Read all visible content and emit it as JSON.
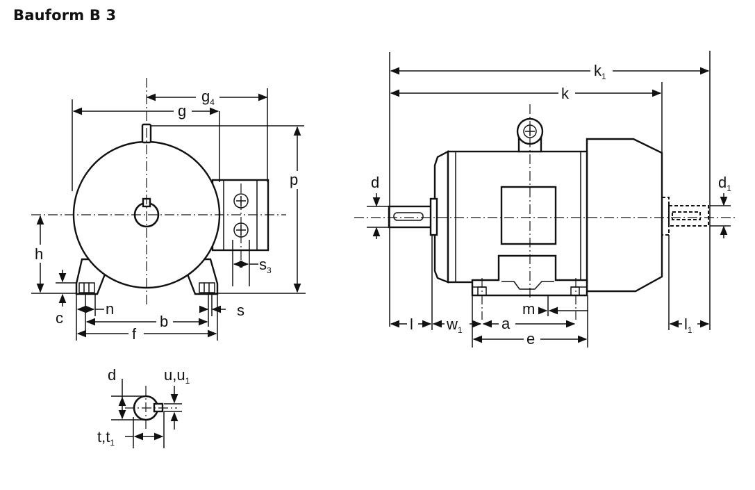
{
  "title": "Bauform B 3",
  "labels": {
    "g4": {
      "main": "g",
      "sub": "4"
    },
    "g": "g",
    "p": "p",
    "h": "h",
    "c": "c",
    "n": "n",
    "b": "b",
    "f": "f",
    "s": "s",
    "s3": {
      "main": "s",
      "sub": "3"
    },
    "k1": {
      "main": "k",
      "sub": "1"
    },
    "k": "k",
    "d_side": "d",
    "d1": {
      "main": "d",
      "sub": "1"
    },
    "m": "m",
    "l": "l",
    "w1": {
      "main": "w",
      "sub": "1"
    },
    "a": "a",
    "e": "e",
    "l1": {
      "main": "l",
      "sub": "1"
    },
    "d_shaft": "d",
    "uu1": {
      "main": "u,u",
      "sub": "1"
    },
    "tt1": {
      "main": "t,t",
      "sub": "1"
    }
  }
}
